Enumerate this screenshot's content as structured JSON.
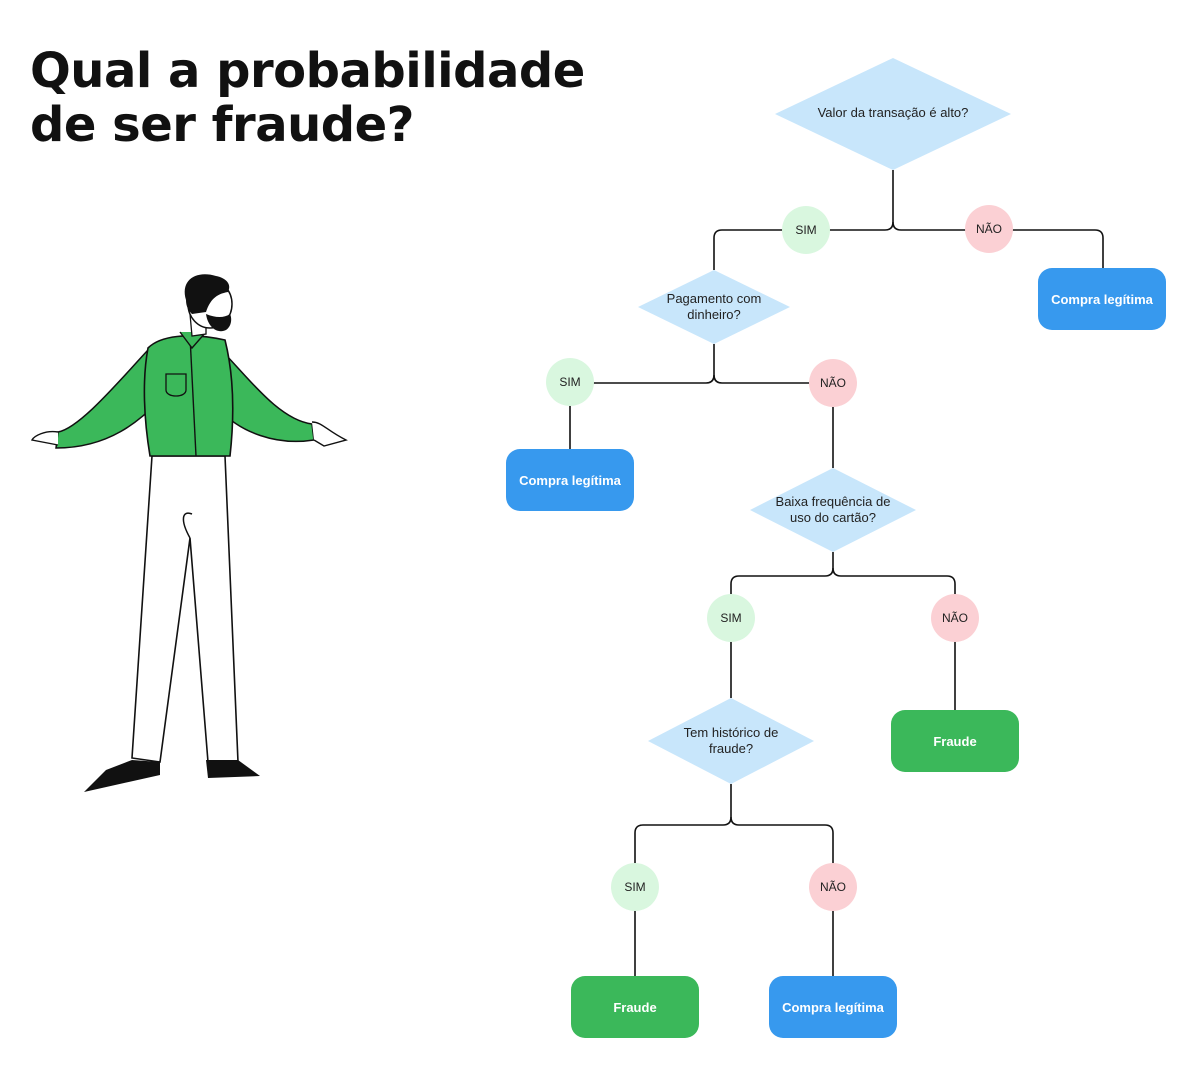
{
  "title": {
    "line1": "Qual a probabilidade",
    "line2": "de ser fraude?"
  },
  "colors": {
    "decision": "#c8e6fb",
    "yes": "#d9f7df",
    "no": "#fbd0d4",
    "legit": "#3799ee",
    "fraud": "#3bb85a",
    "shirt": "#3bb85a"
  },
  "icons": [
    "person-illustration"
  ],
  "decisions": [
    {
      "id": "q1",
      "text": "Valor da transação é alto?"
    },
    {
      "id": "q2",
      "text": "Pagamento com dinheiro?"
    },
    {
      "id": "q3",
      "text": "Baixa frequência de uso do cartão?"
    },
    {
      "id": "q4",
      "text": "Tem histórico de fraude?"
    }
  ],
  "branches": [
    {
      "id": "b1s",
      "label": "SIM"
    },
    {
      "id": "b1n",
      "label": "NÃO"
    },
    {
      "id": "b2s",
      "label": "SIM"
    },
    {
      "id": "b2n",
      "label": "NÃO"
    },
    {
      "id": "b3s",
      "label": "SIM"
    },
    {
      "id": "b3n",
      "label": "NÃO"
    },
    {
      "id": "b4s",
      "label": "SIM"
    },
    {
      "id": "b4n",
      "label": "NÃO"
    }
  ],
  "outcomes": [
    {
      "id": "o1",
      "text": "Compra legítima"
    },
    {
      "id": "o2",
      "text": "Compra legítima"
    },
    {
      "id": "o3",
      "text": "Fraude"
    },
    {
      "id": "o4",
      "text": "Fraude"
    },
    {
      "id": "o5",
      "text": "Compra legítima"
    }
  ]
}
